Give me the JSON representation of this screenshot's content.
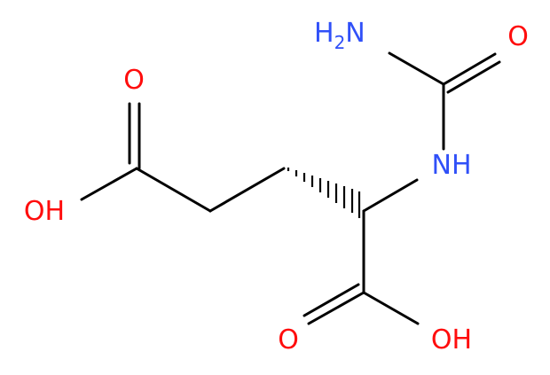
{
  "colors": {
    "bond": "#000000",
    "oxygen": "#ff0d0d",
    "nitrogen": "#3050f8"
  },
  "atoms": {
    "o_top_acid": "O",
    "oh_left_acid": "OH",
    "amide_n": "NH",
    "amide_sub": "2",
    "amide_o": "O",
    "nh": "NH",
    "o_bottom_acid": "O",
    "oh_bottom_acid": "OH"
  }
}
